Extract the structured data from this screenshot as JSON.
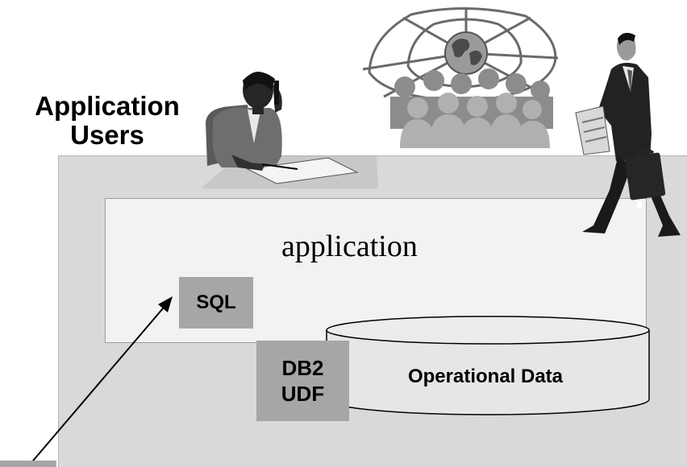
{
  "users_title": "Application\nUsers",
  "application_label": "application",
  "sql_label": "SQL",
  "udf_label": "DB2\nUDF",
  "operational_data_label": "Operational Data",
  "icons": {
    "receptionist": "woman-on-phone-icon",
    "network": "global-network-icon",
    "crowd": "crowd-icon",
    "businessman": "businessman-icon"
  },
  "colors": {
    "outer_box": "#d9d9d9",
    "application_box": "#f2f2f2",
    "component_box": "#a6a6a6",
    "database": "#e6e6e6"
  }
}
